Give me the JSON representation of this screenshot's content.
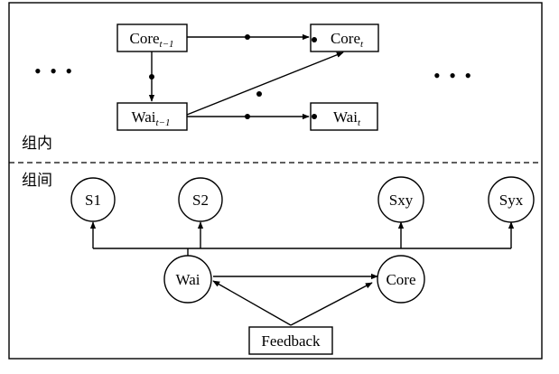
{
  "diagram": {
    "sections": {
      "within": "组内",
      "between": "组间"
    },
    "ellipsis": "• • •",
    "within_nodes": {
      "core_prev": {
        "base": "Core",
        "sub": "t−1"
      },
      "core_curr": {
        "base": "Core",
        "sub": "t"
      },
      "wai_prev": {
        "base": "Wai",
        "sub": "t−1"
      },
      "wai_curr": {
        "base": "Wai",
        "sub": "t"
      }
    },
    "between_nodes": {
      "s1": "S1",
      "s2": "S2",
      "sxy": "Sxy",
      "syx": "Syx",
      "wai": "Wai",
      "core": "Core",
      "feedback": "Feedback"
    },
    "colors": {
      "line": "#000000",
      "background": "#ffffff"
    }
  }
}
